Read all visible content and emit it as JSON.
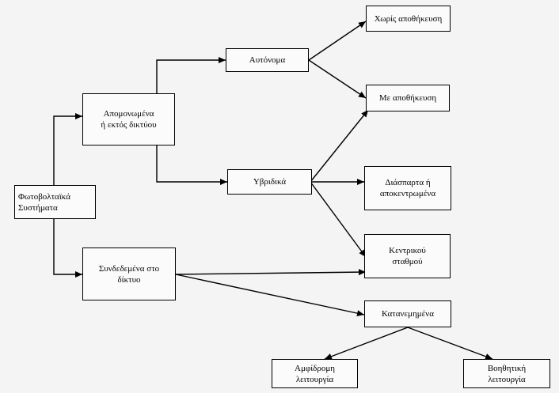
{
  "nodes": {
    "root": {
      "line1": "Φωτοβολταϊκά",
      "line2": "Συστήματα"
    },
    "isolated": {
      "line1": "Απομονωμένα",
      "line2": "ή εκτός δικτύου"
    },
    "grid": {
      "line1": "Συνδεδεμένα στο",
      "line2": "δίκτυο"
    },
    "autonomous": {
      "line1": "Αυτόνομα"
    },
    "hybrid": {
      "line1": "Υβριδικά"
    },
    "no_storage": {
      "line1": "Χωρίς αποθήκευση"
    },
    "with_storage": {
      "line1": "Με αποθήκευση"
    },
    "dispersed": {
      "line1": "Διάσπαρτα ή",
      "line2": "αποκεντρωμένα"
    },
    "central": {
      "line1": "Κεντρικού",
      "line2": "σταθμού"
    },
    "distributed": {
      "line1": "Κατανεμημένα"
    },
    "bidirectional": {
      "line1": "Αμφίδρομη",
      "line2": "λειτουργία"
    },
    "auxiliary": {
      "line1": "Βοηθητική",
      "line2": "λειτουργία"
    }
  },
  "colors": {
    "line": "#000000",
    "box_border": "#000000",
    "background": "#f4f4f4"
  }
}
